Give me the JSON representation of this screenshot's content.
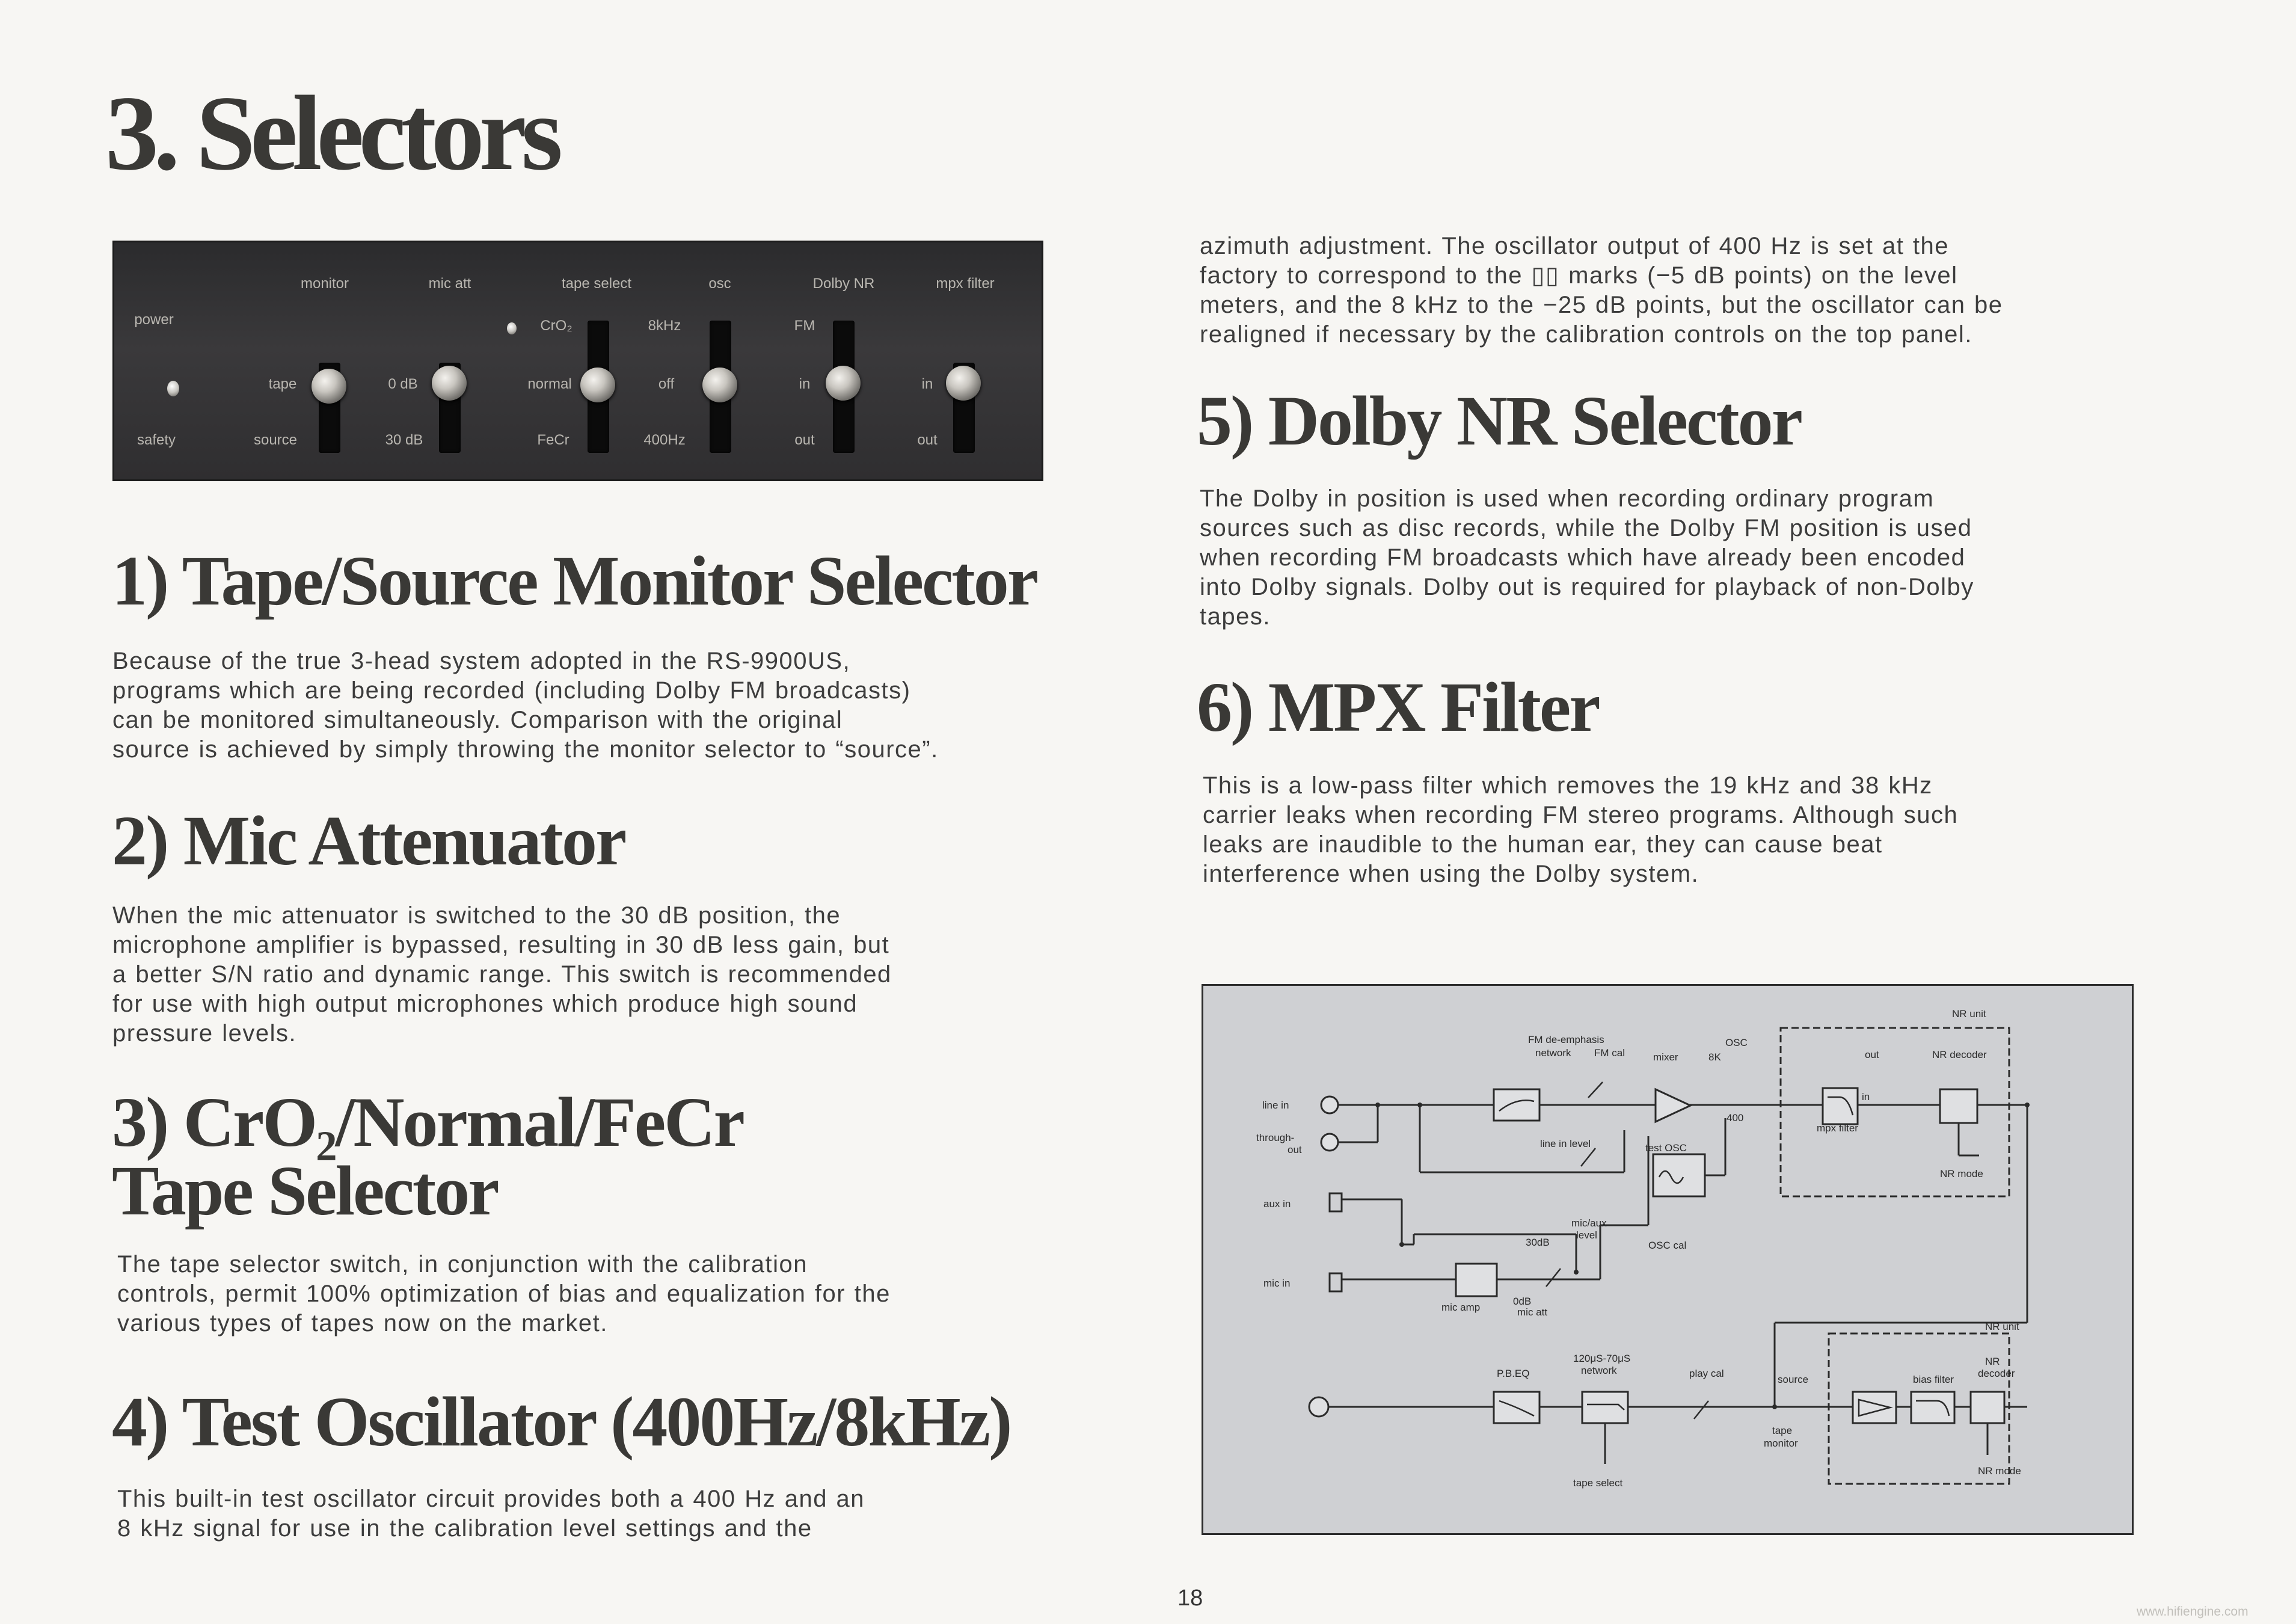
{
  "page": {
    "title": "3. Selectors",
    "page_number": "18",
    "watermark": "www.hifiengine.com"
  },
  "panel": {
    "power": "power",
    "safety": "safety",
    "monitor": "monitor",
    "tape": "tape",
    "source": "source",
    "mic_att": "mic att",
    "odb": "0 dB",
    "thirty_db": "30 dB",
    "tape_select": "tape select",
    "cro2": "CrO₂",
    "normal": "normal",
    "fecr": "FeCr",
    "osc": "osc",
    "khz8": "8kHz",
    "off": "off",
    "hz400": "400Hz",
    "dolby_nr": "Dolby NR",
    "fm": "FM",
    "dolby_in": "in",
    "dolby_out": "out",
    "mpx_filter": "mpx filter",
    "mpx_in": "in",
    "mpx_out": "out"
  },
  "sections": {
    "s1": {
      "heading": "1) Tape/Source Monitor Selector",
      "lines": [
        "Because of the true 3-head system adopted in the RS-9900US,",
        "programs which are being recorded (including Dolby FM broadcasts)",
        "can be monitored simultaneously. Comparison with the original",
        "source is achieved by simply throwing the monitor selector to “source”."
      ]
    },
    "s2": {
      "heading": "2) Mic Attenuator",
      "lines": [
        "When the mic attenuator is switched to the 30 dB position, the",
        "microphone amplifier is bypassed, resulting in 30 dB less gain, but",
        "a better S/N ratio and dynamic range. This switch is recommended",
        "for use with high output microphones which produce high sound",
        "pressure levels."
      ]
    },
    "s3": {
      "heading_line1": "3) CrO₂/Normal/FeCr",
      "heading_line2": "Tape Selector",
      "lines": [
        "The tape selector switch, in conjunction with the calibration",
        "controls, permit 100% optimization of bias and equalization for the",
        "various types of tapes now on the market."
      ]
    },
    "s4": {
      "heading": "4) Test Oscillator (400Hz/8kHz)",
      "lines": [
        "This built-in test oscillator circuit provides both a 400 Hz and an",
        "8 kHz signal for use in the calibration level settings and the"
      ],
      "continued_lines": [
        "azimuth adjustment. The oscillator output of 400 Hz is set at the",
        "factory to correspond to the ▯▯ marks (−5 dB points) on the level",
        "meters, and the 8 kHz to the −25 dB points, but the oscillator can be",
        "realigned if necessary by the calibration controls on the top panel."
      ]
    },
    "s5": {
      "heading": "5) Dolby NR Selector",
      "lines": [
        "The Dolby in position is used when recording ordinary program",
        "sources such as disc records, while the Dolby FM position is used",
        "when recording FM broadcasts which have already been encoded",
        "into Dolby signals. Dolby out is required for playback of non-Dolby",
        "tapes."
      ]
    },
    "s6": {
      "heading": "6) MPX Filter",
      "lines": [
        "This is a low-pass filter which removes the 19 kHz and 38 kHz",
        "carrier leaks when recording FM stereo programs. Although such",
        "leaks are inaudible to the human ear, they can cause beat",
        "interference when using the Dolby system."
      ]
    }
  },
  "diagram": {
    "nr_unit_top": "NR unit",
    "fm_deemphasis": "FM de-emphasis",
    "network": "network",
    "fm_cal": "FM cal",
    "mixer": "mixer",
    "osc": "OSC",
    "k8": "8K",
    "hz400": "400",
    "out": "out",
    "in": "in",
    "nr_decoder": "NR decoder",
    "mpx_filter": "mpx filter",
    "nr_mode": "NR mode",
    "line_in": "line in",
    "through_out_1": "through-",
    "through_out_2": "out",
    "line_in_level": "line in level",
    "test_osc": "test OSC",
    "osc_cal": "OSC cal",
    "aux_in": "aux in",
    "mic_in": "mic in",
    "db30": "30dB",
    "odb": "0dB",
    "mic_aux_level_1": "mic/aux",
    "mic_aux_level_2": "level",
    "mic_amp": "mic amp",
    "mic_att": "mic att",
    "nr_unit_bottom": "NR unit",
    "network_120": "120μS-70μS",
    "network_2": "network",
    "pb_eq": "P.B.EQ",
    "play_cal": "play cal",
    "source": "source",
    "tape_1": "tape",
    "monitor": "monitor",
    "bias_filter": "bias filter",
    "nr_1": "NR",
    "decoder": "decoder",
    "nr_mode_2": "NR mode",
    "tape_select": "tape select"
  }
}
